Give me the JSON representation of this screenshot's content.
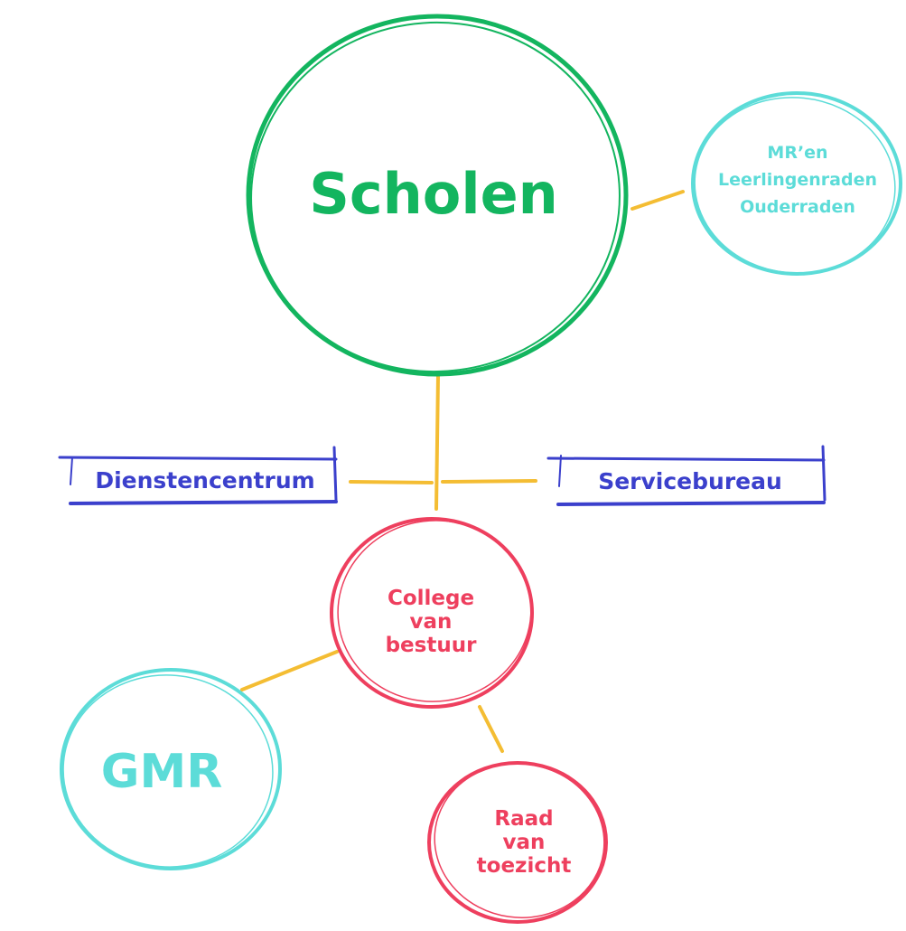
{
  "nodes": {
    "scholen": {
      "label": "Scholen"
    },
    "mr": {
      "lines": [
        "MR’en",
        "Leerlingenraden",
        "Ouderraden"
      ]
    },
    "dienstencentrum": {
      "label": "Dienstencentrum"
    },
    "servicebureau": {
      "label": "Servicebureau"
    },
    "college": {
      "lines": [
        "College",
        "van",
        "bestuur"
      ]
    },
    "gmr": {
      "label": "GMR"
    },
    "raad": {
      "lines": [
        "Raad",
        "van",
        "toezicht"
      ]
    }
  },
  "colors": {
    "green": "#13b55f",
    "teal": "#5cdcd8",
    "blue": "#3b40cc",
    "red": "#ee3f5e",
    "connector": "#f4bd33"
  }
}
